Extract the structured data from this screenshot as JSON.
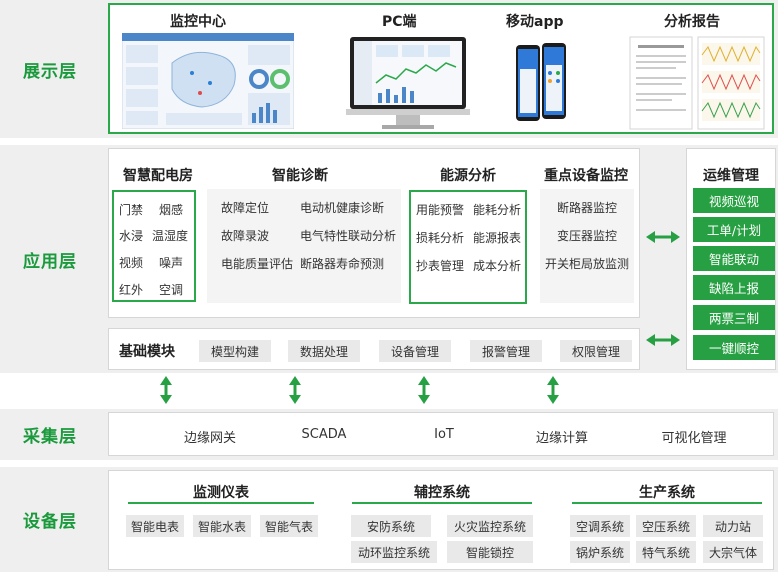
{
  "layers": {
    "presentation": "展示层",
    "application": "应用层",
    "collection": "采集层",
    "device": "设备层"
  },
  "presentation": {
    "items": [
      "监控中心",
      "PC端",
      "移动app",
      "分析报告"
    ]
  },
  "application": {
    "smart_power_room": {
      "title": "智慧配电房",
      "items": [
        "门禁",
        "烟感",
        "水浸",
        "温湿度",
        "视频",
        "噪声",
        "红外",
        "空调"
      ]
    },
    "smart_diagnosis": {
      "title": "智能诊断",
      "items": [
        "故障定位",
        "电动机健康诊断",
        "故障录波",
        "电气特性联动分析",
        "电能质量评估",
        "断路器寿命预测"
      ]
    },
    "energy_analysis": {
      "title": "能源分析",
      "items": [
        "用能预警",
        "能耗分析",
        "损耗分析",
        "能源报表",
        "抄表管理",
        "成本分析"
      ]
    },
    "key_equipment": {
      "title": "重点设备监控",
      "items": [
        "断路器监控",
        "变压器监控",
        "开关柜局放监测"
      ]
    },
    "base_module": {
      "title": "基础模块",
      "items": [
        "模型构建",
        "数据处理",
        "设备管理",
        "报警管理",
        "权限管理"
      ]
    },
    "ops": {
      "title": "运维管理",
      "items": [
        "视频巡视",
        "工单/计划",
        "智能联动",
        "缺陷上报",
        "两票三制",
        "一键顺控"
      ]
    }
  },
  "collection": {
    "items": [
      "边缘网关",
      "SCADA",
      "IoT",
      "边缘计算",
      "可视化管理"
    ]
  },
  "device": {
    "instruments": {
      "title": "监测仪表",
      "items": [
        "智能电表",
        "智能水表",
        "智能气表"
      ]
    },
    "auxiliary": {
      "title": "辅控系统",
      "items": [
        "安防系统",
        "火灾监控系统",
        "动环监控系统",
        "智能锁控"
      ]
    },
    "production": {
      "title": "生产系统",
      "items": [
        "空调系统",
        "空压系统",
        "动力站",
        "锅炉系统",
        "特气系统",
        "大宗气体"
      ]
    }
  },
  "colors": {
    "accent": "#27a043",
    "band": "#efefef",
    "pill": "#e9e9e9"
  }
}
